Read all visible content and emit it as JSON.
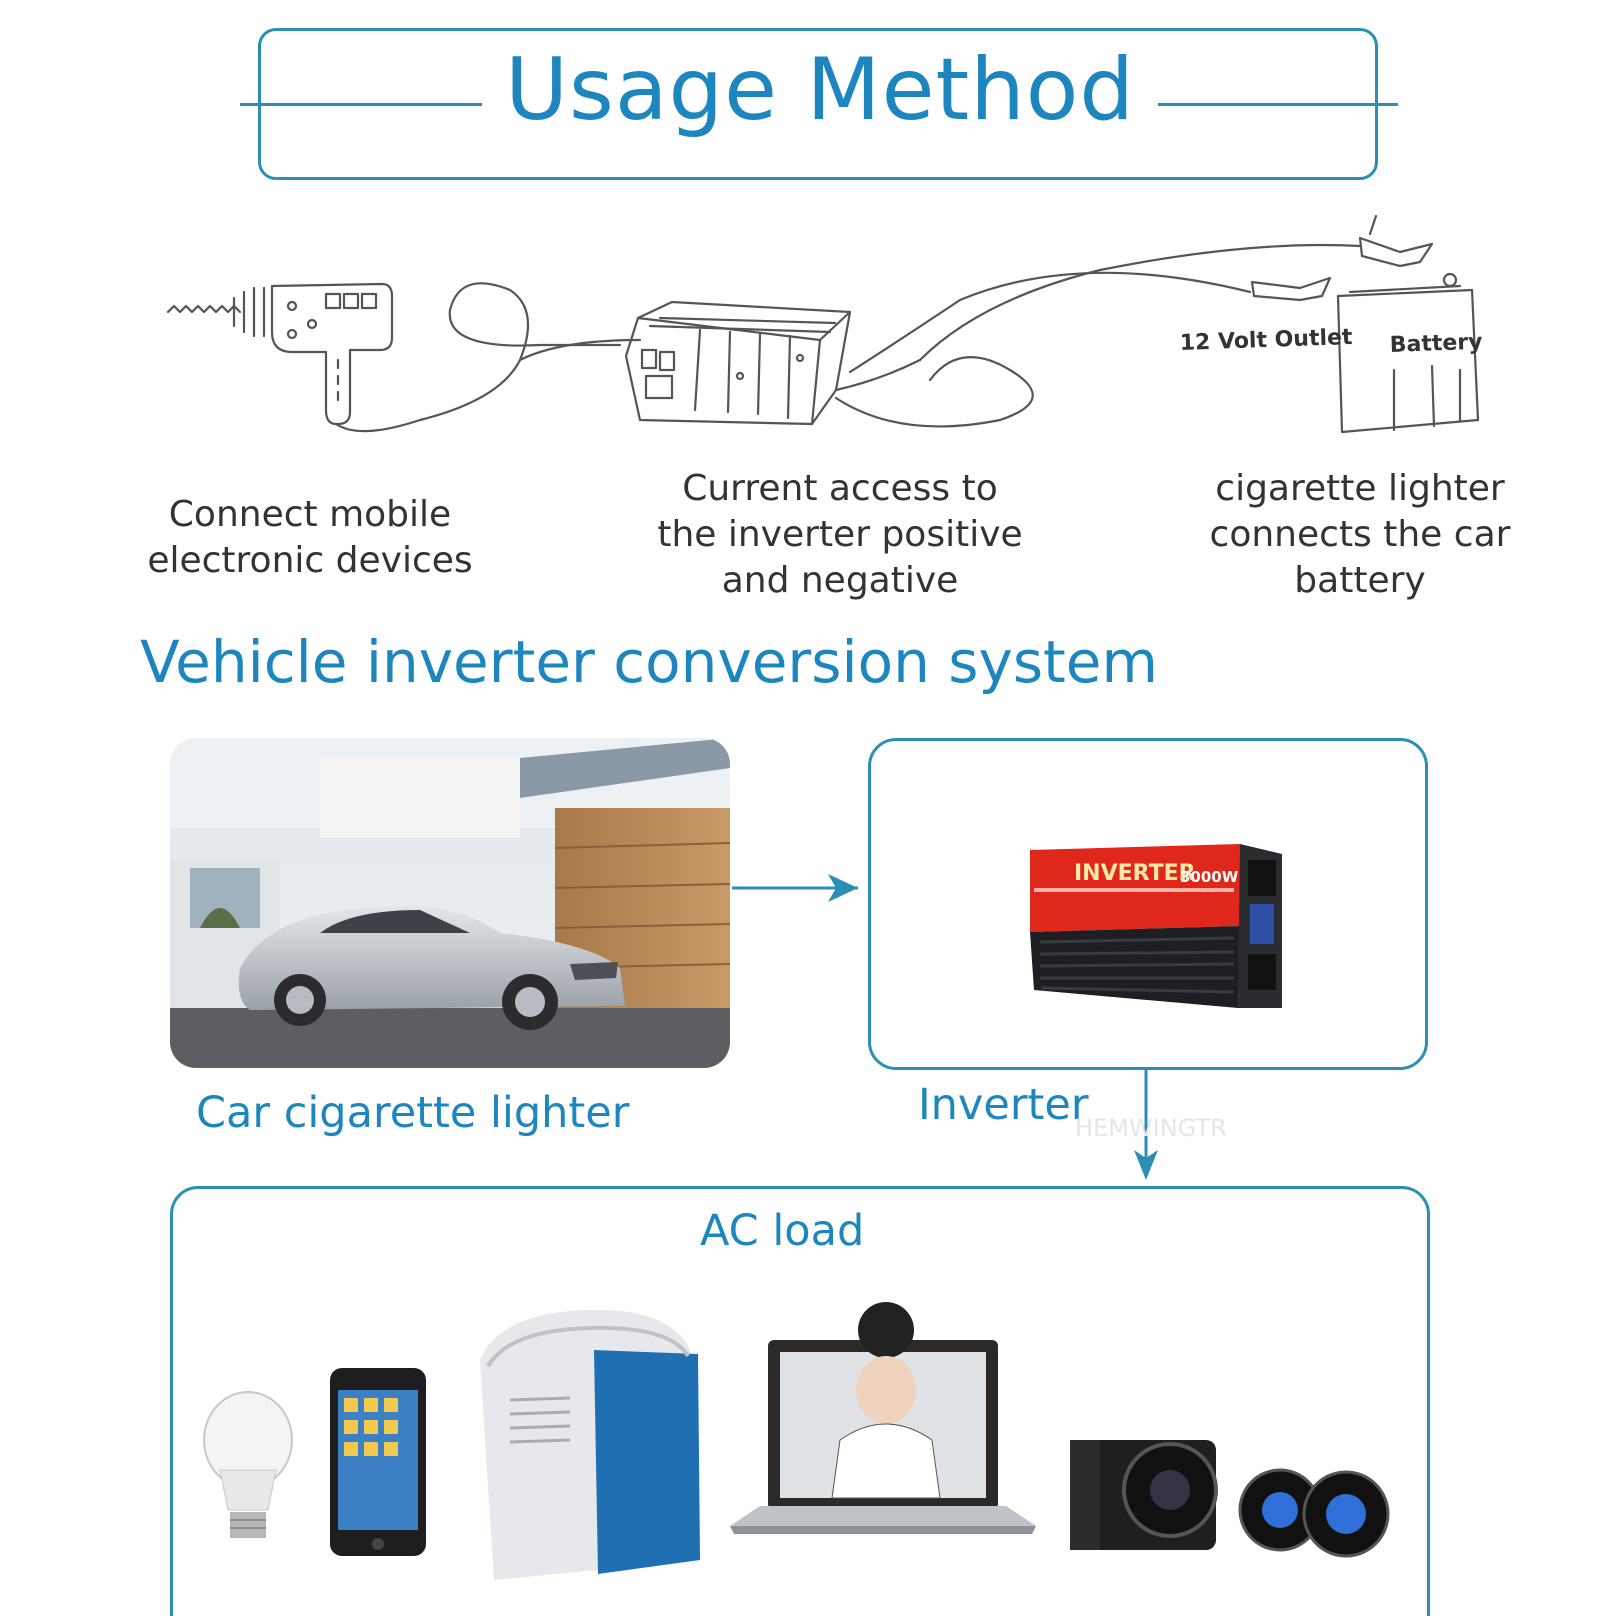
{
  "header": {
    "title": "Usage Method"
  },
  "diagram": {
    "outlet_label": "12 Volt Outlet",
    "battery_label": "Battery"
  },
  "steps": [
    {
      "text_lines": [
        "Connect mobile",
        "electronic devices"
      ]
    },
    {
      "text_lines": [
        "Current access to",
        "the inverter positive",
        "and negative"
      ]
    },
    {
      "text_lines": [
        "cigarette lighter",
        "connects the car",
        "battery"
      ]
    }
  ],
  "system": {
    "title": "Vehicle inverter conversion system",
    "source_label": "Car cigarette lighter",
    "inverter_label": "Inverter",
    "inverter_brand": "INVERTER",
    "inverter_power": "3000W",
    "watermark": "HEMWINGTR",
    "load_title": "AC load"
  },
  "icons": [
    "drill-icon",
    "inverter-icon",
    "clip-icon",
    "battery-icon",
    "car-photo",
    "light-bulb-icon",
    "smartphone-icon",
    "cooler-icon",
    "laptop-icon",
    "camera-icon",
    "speaker-icon"
  ],
  "colors": {
    "accent": "#1d86bf",
    "frame": "#2a8fb3",
    "inverter_red": "#e0271c",
    "line_art": "#555555"
  }
}
